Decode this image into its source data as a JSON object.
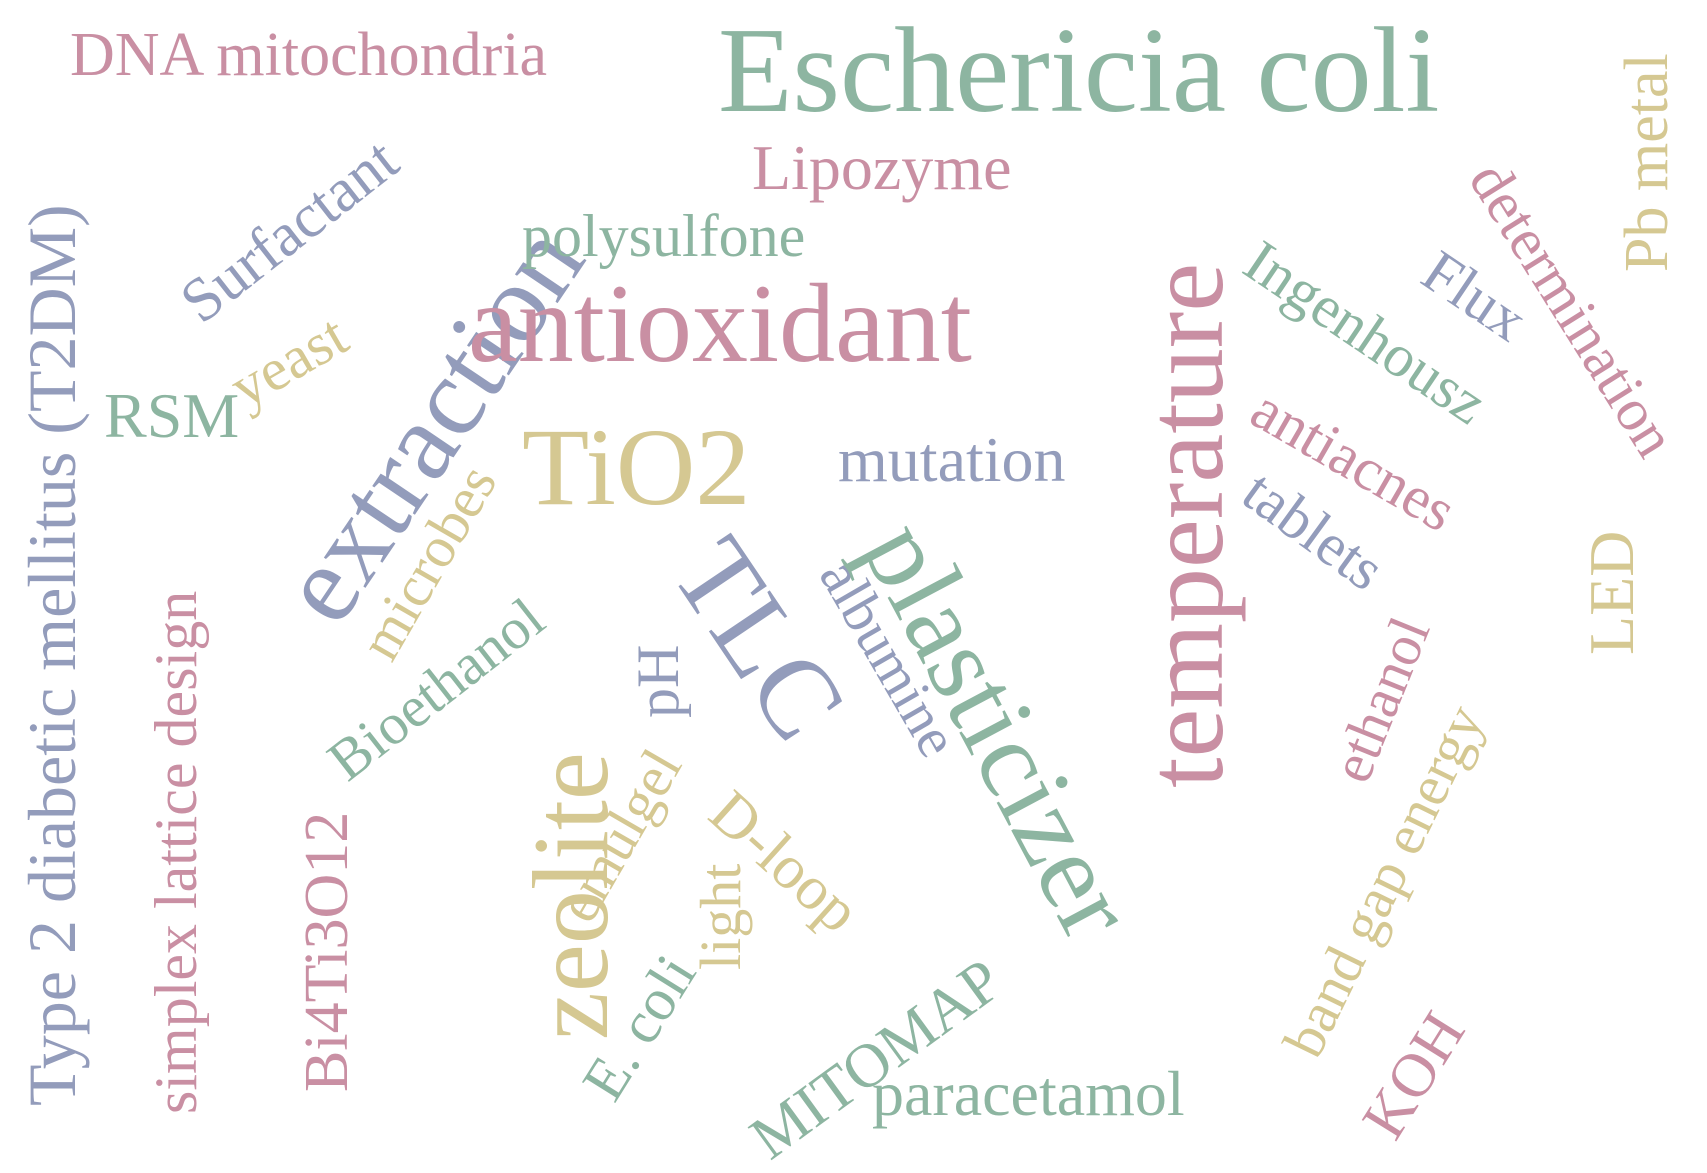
{
  "palette": {
    "pink": "#c98fa3",
    "green": "#8db5a1",
    "blue": "#939cbb",
    "gold": "#d5c892"
  },
  "words": {
    "dna_mitochondria": "DNA mitochondria",
    "eschericia_coli": "Eschericia coli",
    "pb_metal": "Pb metal",
    "t2dm": "Type 2 diabetic mellitus (T2DM)",
    "surfactant": "Surfactant",
    "extraction": "extraction",
    "lipozyme": "Lipozyme",
    "temperature": "temperature",
    "determination": "determination",
    "polysulfone": "polysulfone",
    "yeast": "yeast",
    "antioxidant": "antioxidant",
    "ingenhousz": "Ingenhousz",
    "flux": "Flux",
    "rsm": "RSM",
    "antiacnes": "antiacnes",
    "tio2": "TiO2",
    "mutation": "mutation",
    "microbes": "microbes",
    "simplex": "simplex lattice design",
    "tablets": "tablets",
    "led": "LED",
    "plasticizer": "plasticizer",
    "bioethanol": "Bioethanol",
    "tlc": "TLC",
    "albumine": "albumine",
    "ethanol": "ethanol",
    "ph": "pH",
    "zeolite": "zeolite",
    "bi4ti3o12": "Bi4Ti3O12",
    "emulgel": "emulgel",
    "d_loop": "D-loop",
    "band_gap": "band gap energy",
    "light": "light",
    "e_coli": "E. coli",
    "mitomap": "MITOMAP",
    "koh": "KOH",
    "paracetamol": "paracetamol"
  }
}
